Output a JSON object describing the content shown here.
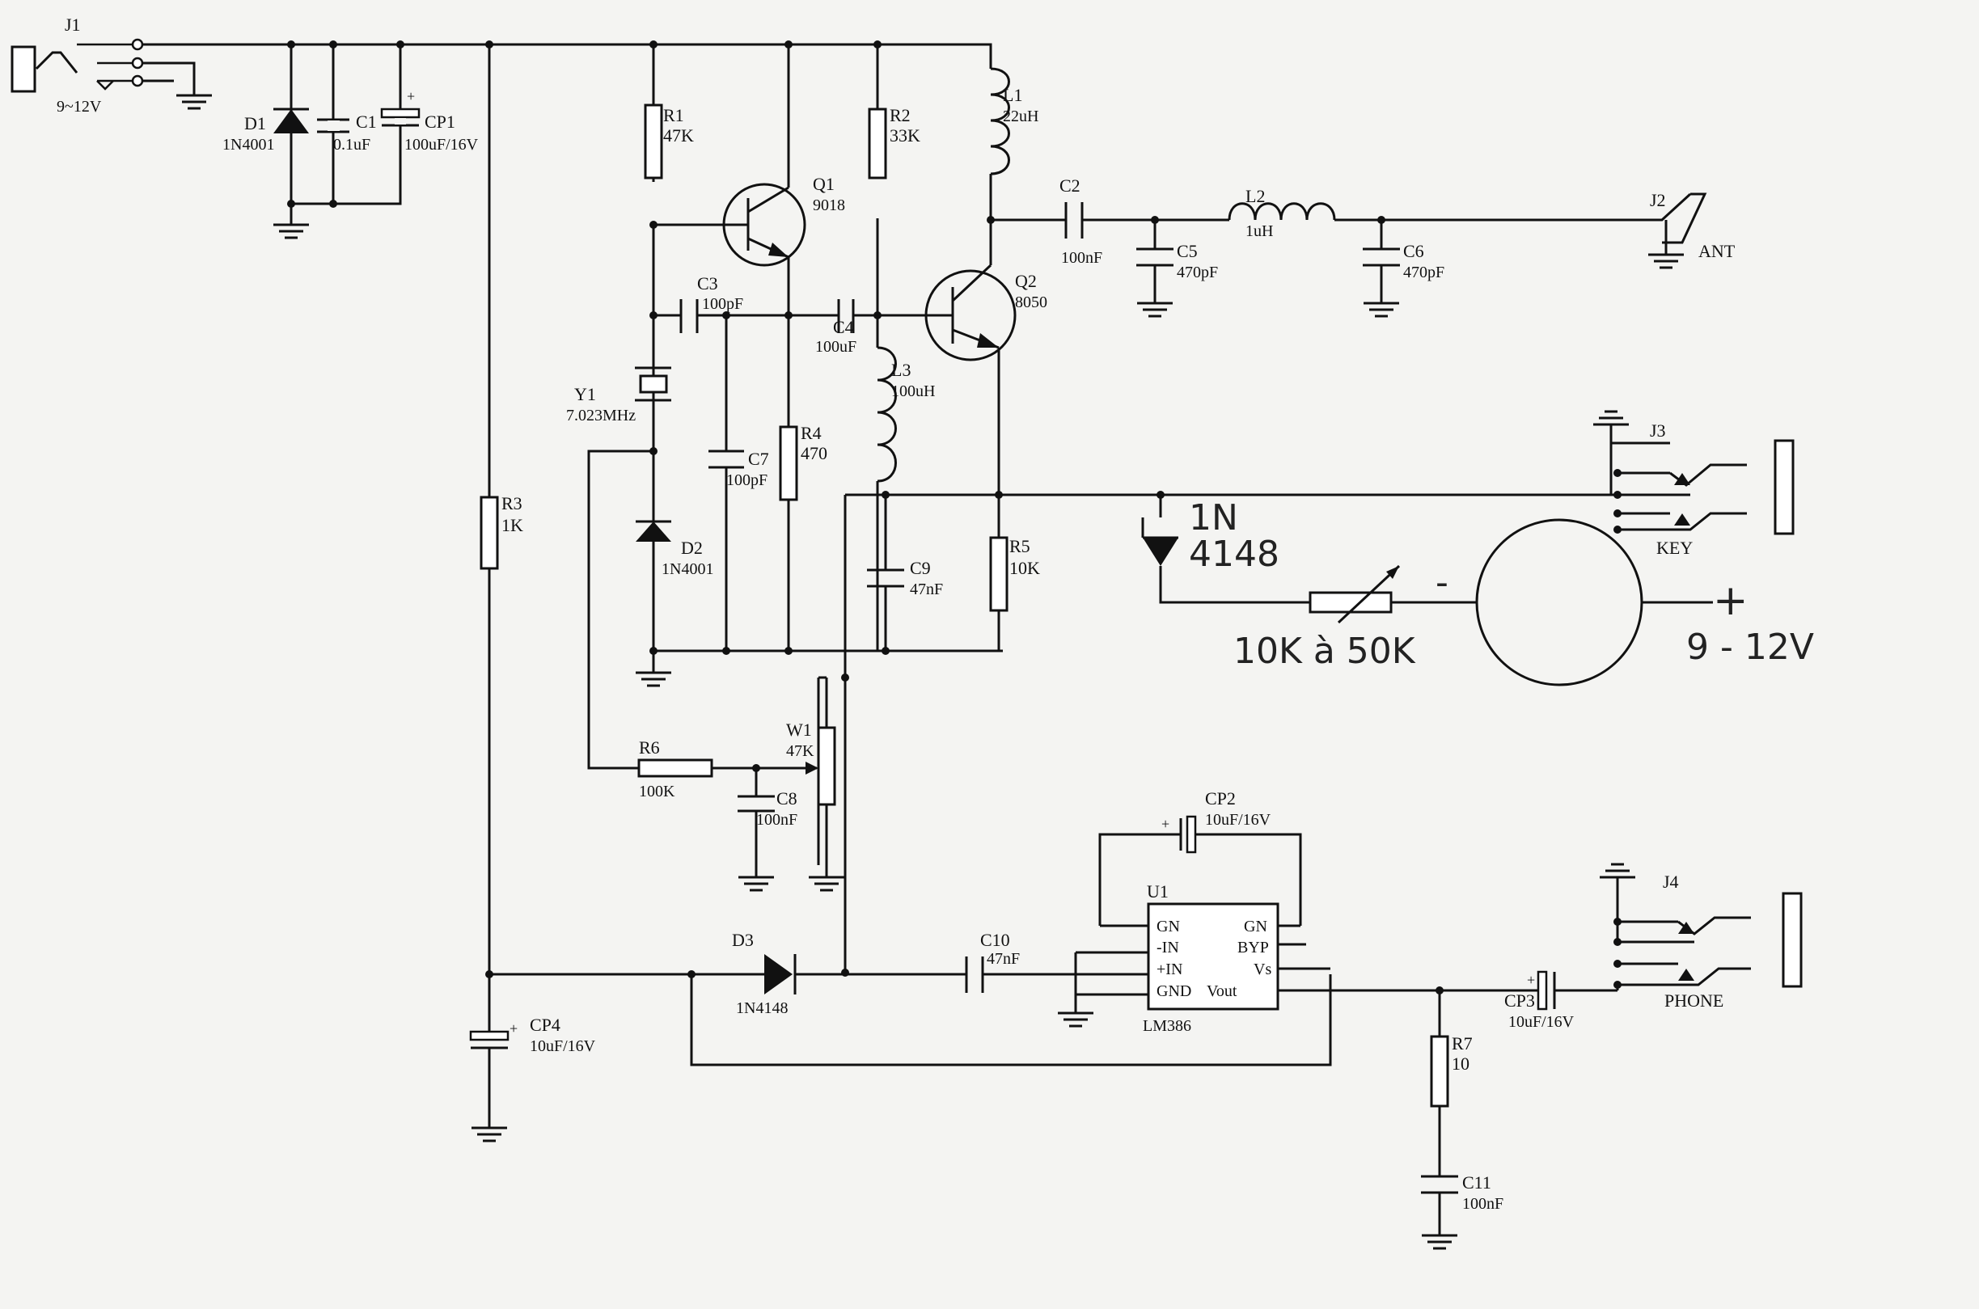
{
  "components": {
    "J1": {
      "ref": "J1",
      "value": "9~12V"
    },
    "D1": {
      "ref": "D1",
      "value": "1N4001"
    },
    "C1": {
      "ref": "C1",
      "value": "0.1uF"
    },
    "CP1": {
      "ref": "CP1",
      "value": "100uF/16V"
    },
    "R1": {
      "ref": "R1",
      "value": "47K"
    },
    "Q1": {
      "ref": "Q1",
      "value": "9018"
    },
    "R2": {
      "ref": "R2",
      "value": "33K"
    },
    "L1": {
      "ref": "L1",
      "value": "22uH"
    },
    "C2": {
      "ref": "C2",
      "value": "100nF"
    },
    "C5": {
      "ref": "C5",
      "value": "470pF"
    },
    "L2": {
      "ref": "L2",
      "value": "1uH"
    },
    "C6": {
      "ref": "C6",
      "value": "470pF"
    },
    "J2": {
      "ref": "J2",
      "value": "ANT"
    },
    "C3": {
      "ref": "C3",
      "value": "100pF"
    },
    "C4": {
      "ref": "C4",
      "value": "100uF"
    },
    "Q2": {
      "ref": "Q2",
      "value": "8050"
    },
    "Y1": {
      "ref": "Y1",
      "value": "7.023MHz"
    },
    "L3": {
      "ref": "L3",
      "value": "100uH"
    },
    "C7": {
      "ref": "C7",
      "value": "100pF"
    },
    "R4": {
      "ref": "R4",
      "value": "470"
    },
    "R3": {
      "ref": "R3",
      "value": "1K"
    },
    "D2": {
      "ref": "D2",
      "value": "1N4001"
    },
    "C9": {
      "ref": "C9",
      "value": "47nF"
    },
    "R5": {
      "ref": "R5",
      "value": "10K"
    },
    "J3": {
      "ref": "J3",
      "value": "KEY"
    },
    "R6": {
      "ref": "R6",
      "value": "100K"
    },
    "W1": {
      "ref": "W1",
      "value": "47K"
    },
    "C8": {
      "ref": "C8",
      "value": "100nF"
    },
    "CP2": {
      "ref": "CP2",
      "value": "10uF/16V"
    },
    "U1": {
      "ref": "U1",
      "value": "LM386",
      "pins": {
        "gn_left": "GN",
        "gn_right": "GN",
        "in_minus": "-IN",
        "byp": "BYP",
        "in_plus": "+IN",
        "vs": "Vs",
        "gnd": "GND",
        "vout": "Vout"
      }
    },
    "D3": {
      "ref": "D3",
      "value": "1N4148"
    },
    "C10": {
      "ref": "C10",
      "value": "47nF"
    },
    "CP4": {
      "ref": "CP4",
      "value": "10uF/16V"
    },
    "R7": {
      "ref": "R7",
      "value": "10"
    },
    "CP3": {
      "ref": "CP3",
      "value": "10uF/16V"
    },
    "J4": {
      "ref": "J4",
      "value": "PHONE"
    },
    "C11": {
      "ref": "C11",
      "value": "100nF"
    }
  },
  "polarity": {
    "plus": "+"
  },
  "handwritten": {
    "diode_line1": "1N",
    "diode_line2": "4148",
    "pot_range": "10K à 50K",
    "minus": "-",
    "plus": "+",
    "supply": "9 - 12V"
  }
}
